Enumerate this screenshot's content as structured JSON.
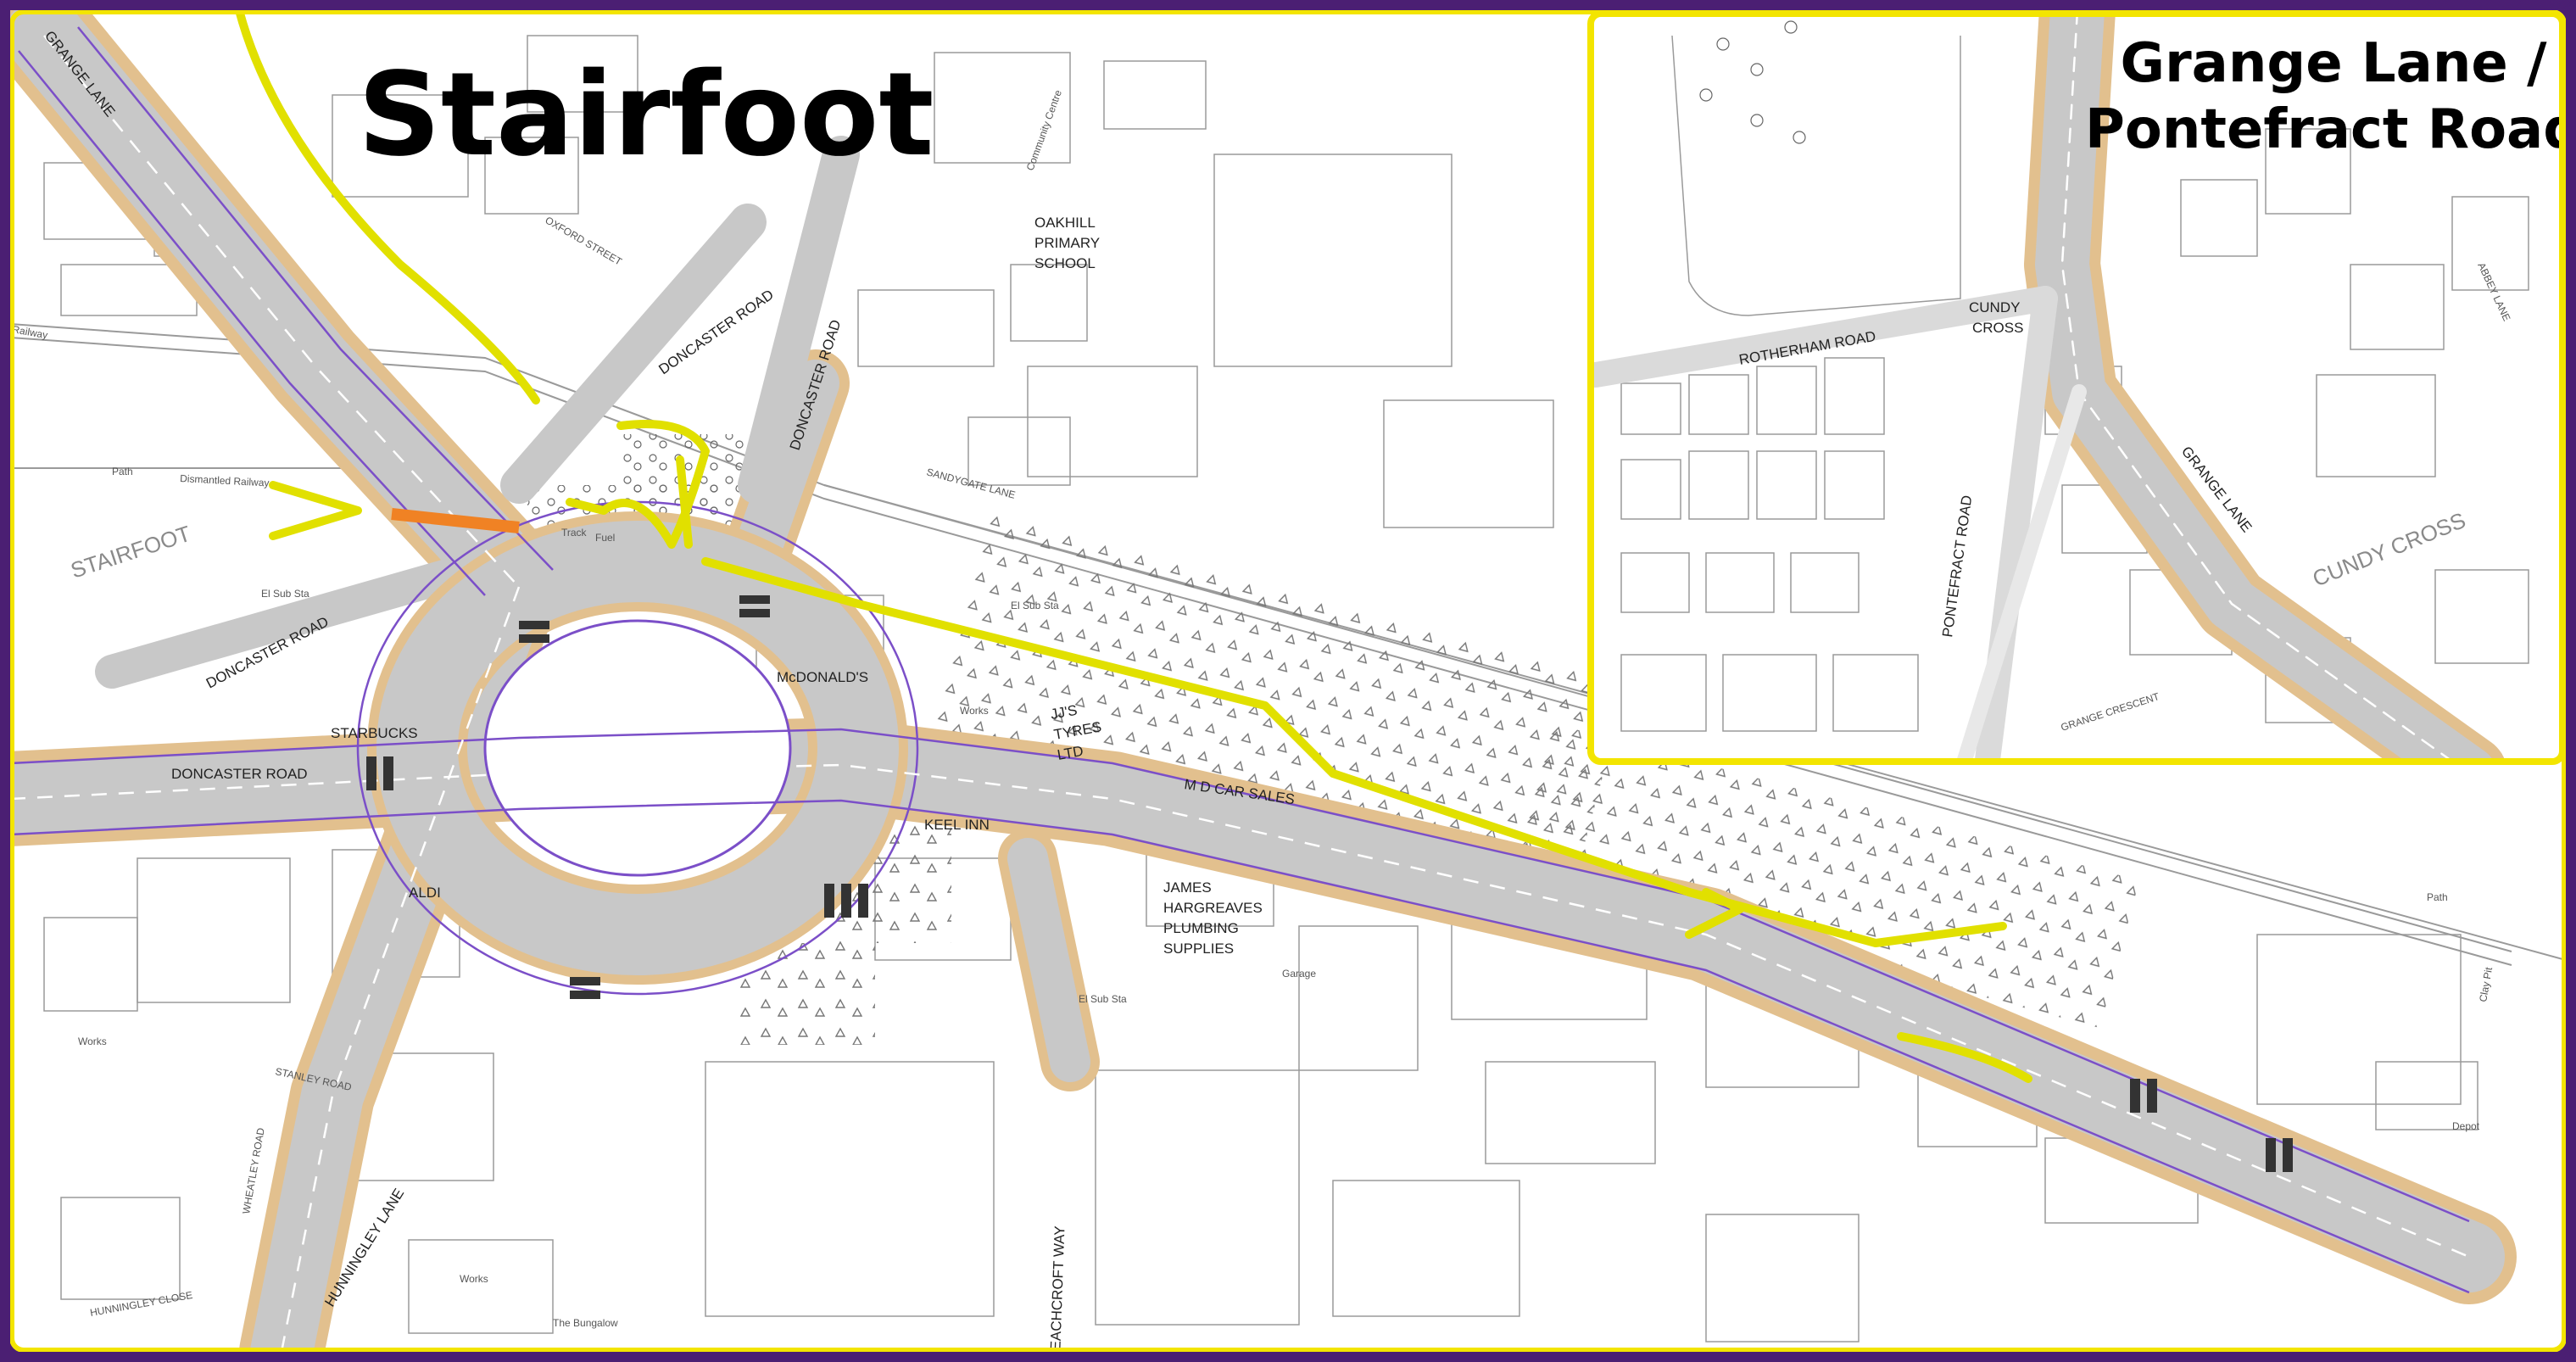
{
  "title": "Stairfoot",
  "inset": {
    "title_line1": "Grange Lane /",
    "title_line2": "Pontefract Road",
    "labels": {
      "rotherham_road": "ROTHERHAM ROAD",
      "cundy_cross": "CUNDY\nCROSS",
      "cundy_cross_line1": "CUNDY",
      "cundy_cross_line2": "CROSS",
      "grange_lane": "GRANGE LANE",
      "pontefract_road": "PONTEFRACT ROAD",
      "cundy_cross_area": "CUNDY CROSS",
      "grange_crescent": "GRANGE CRESCENT",
      "abbey_lane": "ABBEY LANE"
    }
  },
  "labels": {
    "grange_lane": "GRANGE LANE",
    "doncaster_road_1": "DONCASTER ROAD",
    "doncaster_road_2": "DONCASTER ROAD",
    "doncaster_road_3": "DONCASTER ROAD",
    "doncaster_road_4": "DONCASTER ROAD",
    "stairfoot_area": "STAIRFOOT",
    "oakhill_1": "OAKHILL",
    "oakhill_2": "PRIMARY",
    "oakhill_3": "SCHOOL",
    "mcdonalds": "McDONALD'S",
    "starbucks": "STARBUCKS",
    "jjs_1": "JJ'S",
    "jjs_2": "TYRES",
    "jjs_3": "LTD",
    "md_car_sales": "M D CAR SALES",
    "keel_inn": "KEEL INN",
    "aldi": "ALDI",
    "james_1": "JAMES",
    "james_2": "HARGREAVES",
    "james_3": "PLUMBING",
    "james_4": "SUPPLIES",
    "hunningley_lane": "HUNNINGLEY LANE",
    "hunningley_close": "HUNNINGLEY CLOSE",
    "stanley_road": "STANLEY ROAD",
    "wheatley_road": "WHEATLEY ROAD",
    "leachcroft_way": "LEACHCROFT WAY",
    "sandygate_lane": "SANDYGATE LANE",
    "oxford_street": "OXFORD STREET",
    "dismantled_railway": "Dismantled Railway",
    "railway": "Railway",
    "path": "Path",
    "track": "Track",
    "community_centre": "Community Centre",
    "works": "Works",
    "el_sub_sta": "El Sub Sta",
    "bungalow": "The Bungalow",
    "depot": "Depot",
    "garage": "Garage",
    "clay_pit": "Clay Pit",
    "fuel": "Fuel"
  },
  "colors": {
    "background": "#ffffff",
    "frame": "#4b1f73",
    "inset_border": "#f3e500",
    "highlight": "#e1e000",
    "road_fill": "#c8c8c8",
    "verge": "#e2c08e",
    "purple_line": "#7b4fc8",
    "orange": "#f08224"
  }
}
